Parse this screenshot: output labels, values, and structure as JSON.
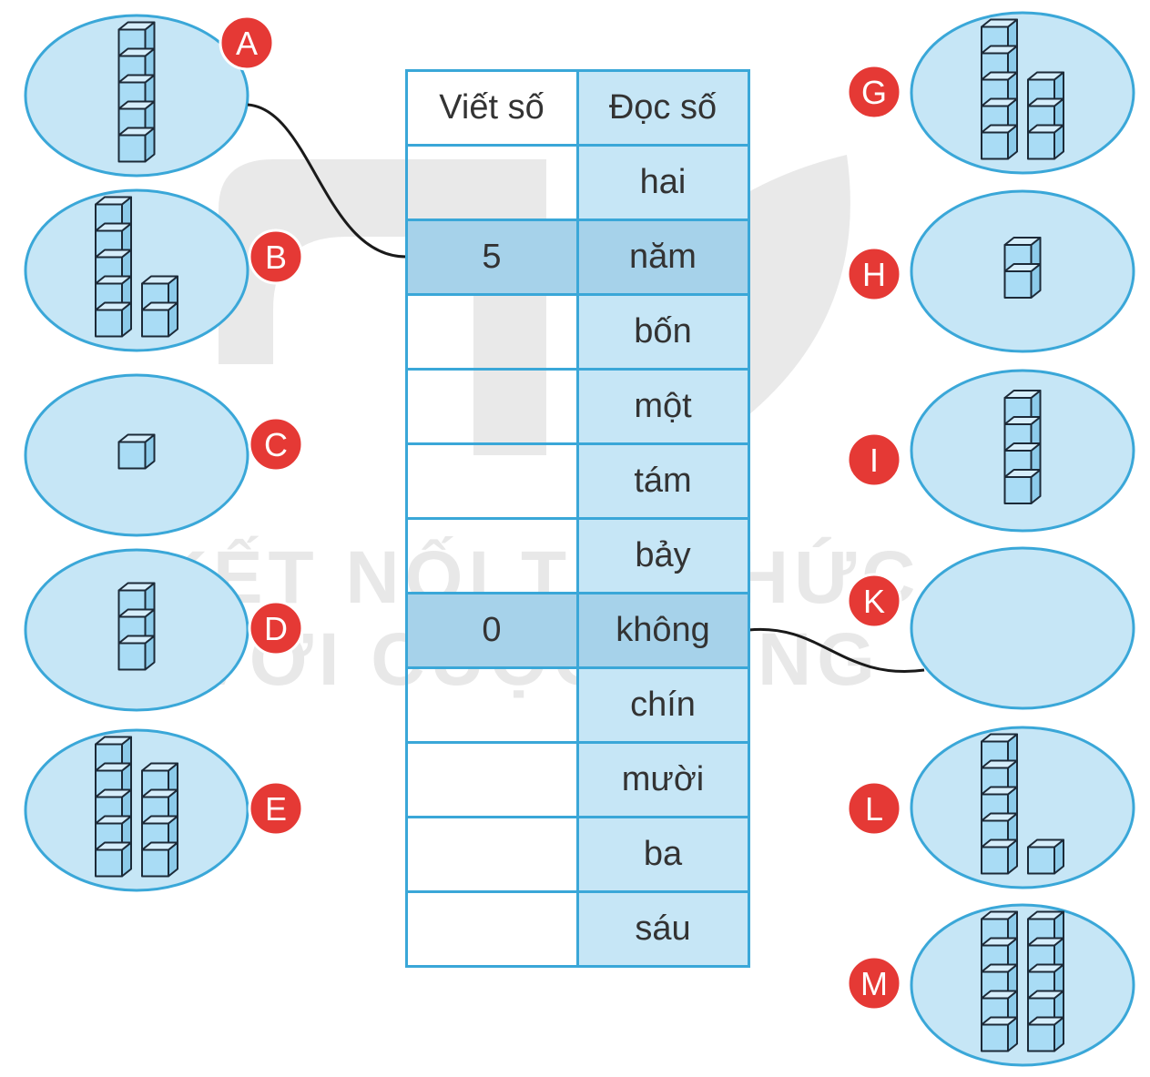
{
  "table": {
    "header": {
      "write_label": "Viết số",
      "read_label": "Đọc số"
    },
    "rows": [
      {
        "write": "",
        "read": "hai"
      },
      {
        "write": "5",
        "read": "năm"
      },
      {
        "write": "",
        "read": "bốn"
      },
      {
        "write": "",
        "read": "một"
      },
      {
        "write": "",
        "read": "tám"
      },
      {
        "write": "",
        "read": "bảy"
      },
      {
        "write": "0",
        "read": "không"
      },
      {
        "write": "",
        "read": "chín"
      },
      {
        "write": "",
        "read": "mười"
      },
      {
        "write": "",
        "read": "ba"
      },
      {
        "write": "",
        "read": "sáu"
      }
    ]
  },
  "ovals": [
    {
      "label": "A",
      "columns": [
        5
      ]
    },
    {
      "label": "B",
      "columns": [
        5,
        2
      ]
    },
    {
      "label": "C",
      "columns": [
        1
      ]
    },
    {
      "label": "D",
      "columns": [
        3
      ]
    },
    {
      "label": "E",
      "columns": [
        5,
        4
      ]
    },
    {
      "label": "G",
      "columns": [
        5,
        3
      ]
    },
    {
      "label": "H",
      "columns": [
        2
      ]
    },
    {
      "label": "I",
      "columns": [
        4
      ]
    },
    {
      "label": "K",
      "columns": []
    },
    {
      "label": "L",
      "columns": [
        5,
        1
      ]
    },
    {
      "label": "M",
      "columns": [
        5,
        5
      ]
    }
  ],
  "connections": [
    {
      "from": "A",
      "to_row": 1
    },
    {
      "from": "K",
      "to_row": 6
    }
  ],
  "watermark": {
    "line1": "KẾT NỐI TRI THỨC",
    "line2": "VỚI CUỘC SỐNG"
  },
  "colors": {
    "oval_fill": "#c6e6f6",
    "oval_stroke": "#3aa7d8",
    "cube_face": "#a9dcf5",
    "cube_top": "#d6eefb",
    "cube_side": "#8ccbea",
    "badge": "#e53935",
    "table_line": "#3aa7d8",
    "highlight": "#a6d2ea"
  }
}
